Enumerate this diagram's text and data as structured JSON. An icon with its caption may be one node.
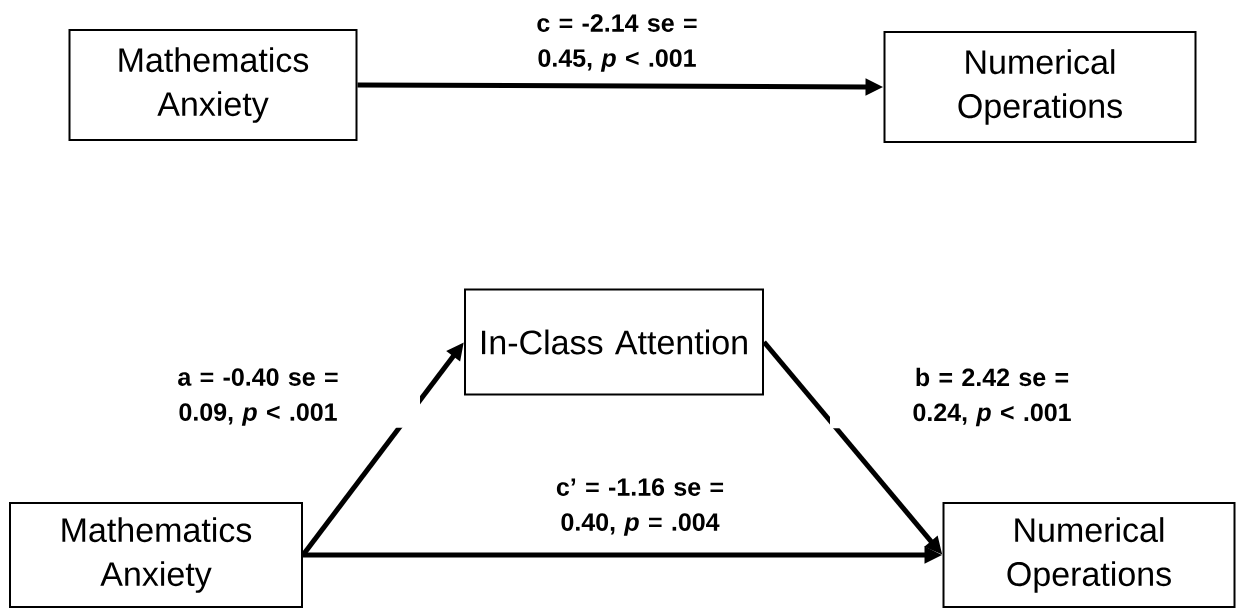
{
  "diagram": {
    "nodes": [
      {
        "text": [
          "Mathematics Anxiety"
        ]
      },
      {
        "text": [
          "Numerical Operations"
        ]
      },
      {
        "text": [
          "In-Class Attention"
        ]
      },
      {
        "text": [
          "Mathematics Anxiety"
        ]
      },
      {
        "text": [
          "Numerical Operations"
        ]
      }
    ],
    "edges": [
      {
        "from": 0,
        "to": 1,
        "arrow": "to",
        "label": "c = -2.14 se = 0.45, *p* < .001"
      },
      {
        "from": 3,
        "to": 2,
        "arrow": "to",
        "label": "a = -0.40 se = 0.09, *p* < .001"
      },
      {
        "from": 2,
        "to": 4,
        "arrow": "to",
        "label": "b = 2.42 se = 0.24, *p* < .001"
      },
      {
        "from": 3,
        "to": 4,
        "arrow": "to",
        "label": "c’ = -1.16 se = 0.40, *p* = .004"
      }
    ]
  }
}
